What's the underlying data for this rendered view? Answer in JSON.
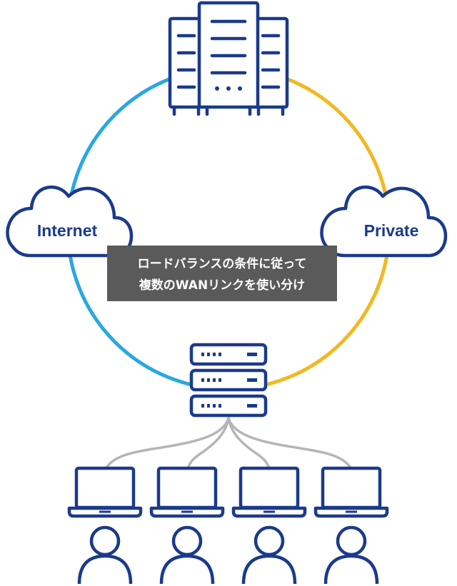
{
  "diagram": {
    "clouds": {
      "internet_label": "Internet",
      "private_label": "Private"
    },
    "caption": {
      "line1": "ロードバランスの条件に従って",
      "line2": "複数のWANリンクを使い分け"
    },
    "colors": {
      "navy": "#1a3a8c",
      "internet_link": "#29a8e0",
      "private_link": "#f2b81f",
      "lan_link": "#b5b5b5",
      "caption_bg": "#5a5a5a"
    },
    "icons": {
      "datacenter": "server-racks-icon",
      "router": "load-balancer-appliance-icon",
      "clients": "laptop-user-icon"
    }
  }
}
